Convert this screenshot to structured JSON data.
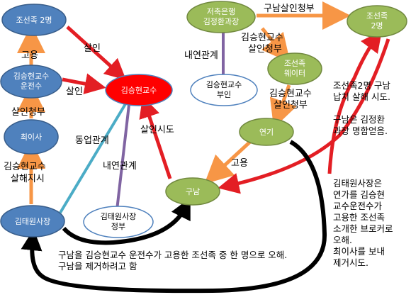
{
  "nodes": {
    "joseonjok_2": "조선족 2명",
    "kim_driver": [
      "김승현교수",
      "운전수"
    ],
    "choi": "최이사",
    "kim_president": "김태원사장",
    "kim_wife": [
      "김태원사장",
      "정부"
    ],
    "kim_professor": "김승현교수",
    "bank_manager": [
      "저축은행",
      "김정환과장"
    ],
    "prof_wife": [
      "김승현교수",
      "부인"
    ],
    "joseonjok_waiter": [
      "조선족",
      "웨이터"
    ],
    "yeongi": "연기",
    "gunam": "구남",
    "joseonjok_2_right": [
      "조선족",
      "2명"
    ]
  },
  "edge_labels": {
    "employ_top": "고용",
    "murder": "살인",
    "murder_request_choi": "살인청부",
    "murder_left": "살인",
    "kim_order": [
      "김승현교수",
      "살해지시"
    ],
    "business": "동업관계",
    "affair_left": "내연관계",
    "murder_attempt": "살인시도",
    "bank_request": "구남살인청부",
    "affair_right": "내연관계",
    "kim_request_waiter": [
      "김승현교수",
      "살인청부"
    ],
    "kim_request_yeongi": [
      "김승현교수",
      "살인청부"
    ],
    "employ_yeongi": "고용"
  },
  "notes": {
    "right_top": "조선족2명 구남\n납치 살해 시도.\n\n구남은 김정환\n과장 명함얻음.",
    "right_bottom": "김태원사장은\n연가를 김승현\n교수운전수가\n고용한 조선족\n소개한 브로커로\n오해.\n최이사를 보내\n제거시도.",
    "bottom": "구남을 김승현교수 운전수가 고용한 조선족 중 한 명으로 오해.\n구남을 제거하려고 함"
  },
  "colors": {
    "node_blue": "#4f81bd",
    "node_green": "#9bbb59",
    "node_red": "#ff0000",
    "arrow_red": "#e31e24",
    "arrow_orange": "#f79646",
    "line_teal": "#4bacc6",
    "line_purple": "#8064a2",
    "arrow_black": "#000000"
  }
}
